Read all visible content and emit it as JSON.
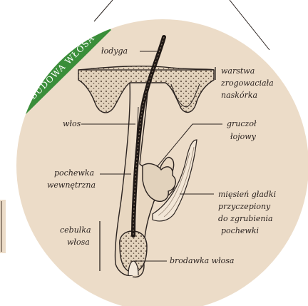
{
  "ribbon": "BUDOWA WŁOSA",
  "colors": {
    "background_circle": "#ecdcc8",
    "ribbon": "#3a8e3a",
    "ink": "#2b2320",
    "cuticle_fill": "#e2d2bc"
  },
  "labels": {
    "lodyga": "łodyga",
    "warstwa": [
      "warstwa",
      "zrogowaciała",
      "naskórka"
    ],
    "wlos": "włos",
    "gruczol": [
      "gruczoł",
      "łojowy"
    ],
    "pochewka": [
      "pochewka",
      "wewnętrzna"
    ],
    "miesien": [
      "mięsień gładki",
      "przyczepiony",
      "do zgrubienia",
      "pochewki"
    ],
    "cebulka": [
      "cebulka",
      "włosa"
    ],
    "brodawka": "brodawka włosa"
  }
}
